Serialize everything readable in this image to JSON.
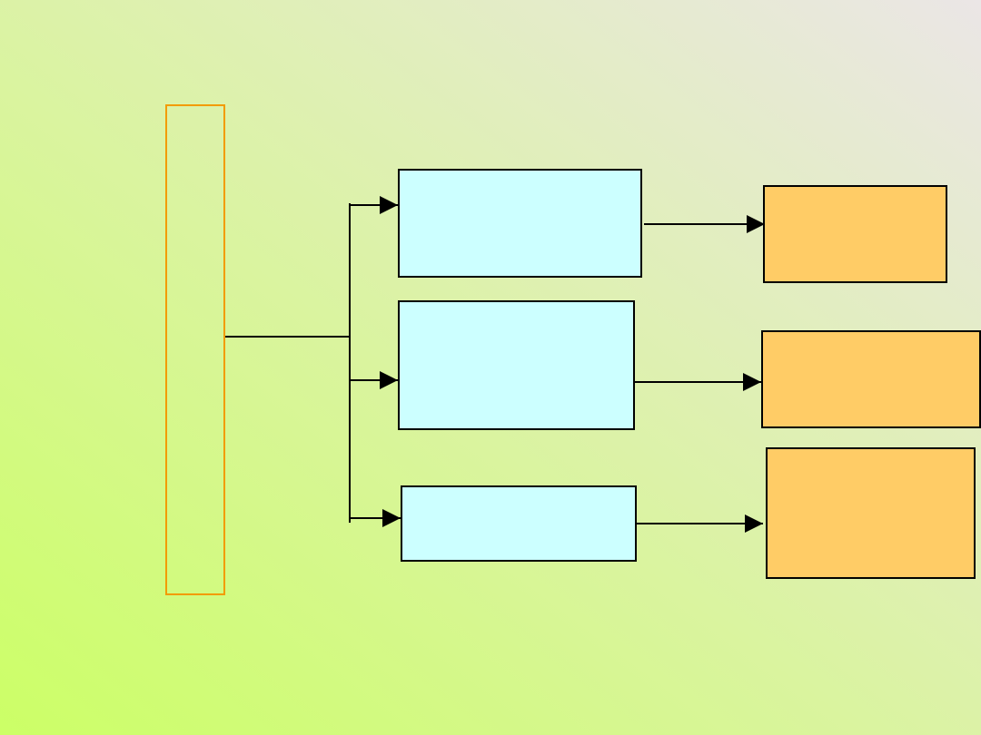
{
  "colors": {
    "background_light": "#ebe6e6",
    "background_dark": "#ccff66",
    "main_border": "#f29b00",
    "mid_fill": "#ccffff",
    "out_fill": "#ffcc66",
    "line": "#000000"
  },
  "diagram": {
    "main": {
      "label": ""
    },
    "middle": [
      {
        "label": ""
      },
      {
        "label": ""
      },
      {
        "label": ""
      }
    ],
    "outputs": [
      {
        "label": ""
      },
      {
        "label": ""
      },
      {
        "label": ""
      }
    ],
    "edges": [
      {
        "from": "main",
        "to": "middle-1"
      },
      {
        "from": "main",
        "to": "middle-2"
      },
      {
        "from": "main",
        "to": "middle-3"
      },
      {
        "from": "middle-1",
        "to": "output-1"
      },
      {
        "from": "middle-2",
        "to": "output-2"
      },
      {
        "from": "middle-3",
        "to": "output-3"
      }
    ]
  }
}
